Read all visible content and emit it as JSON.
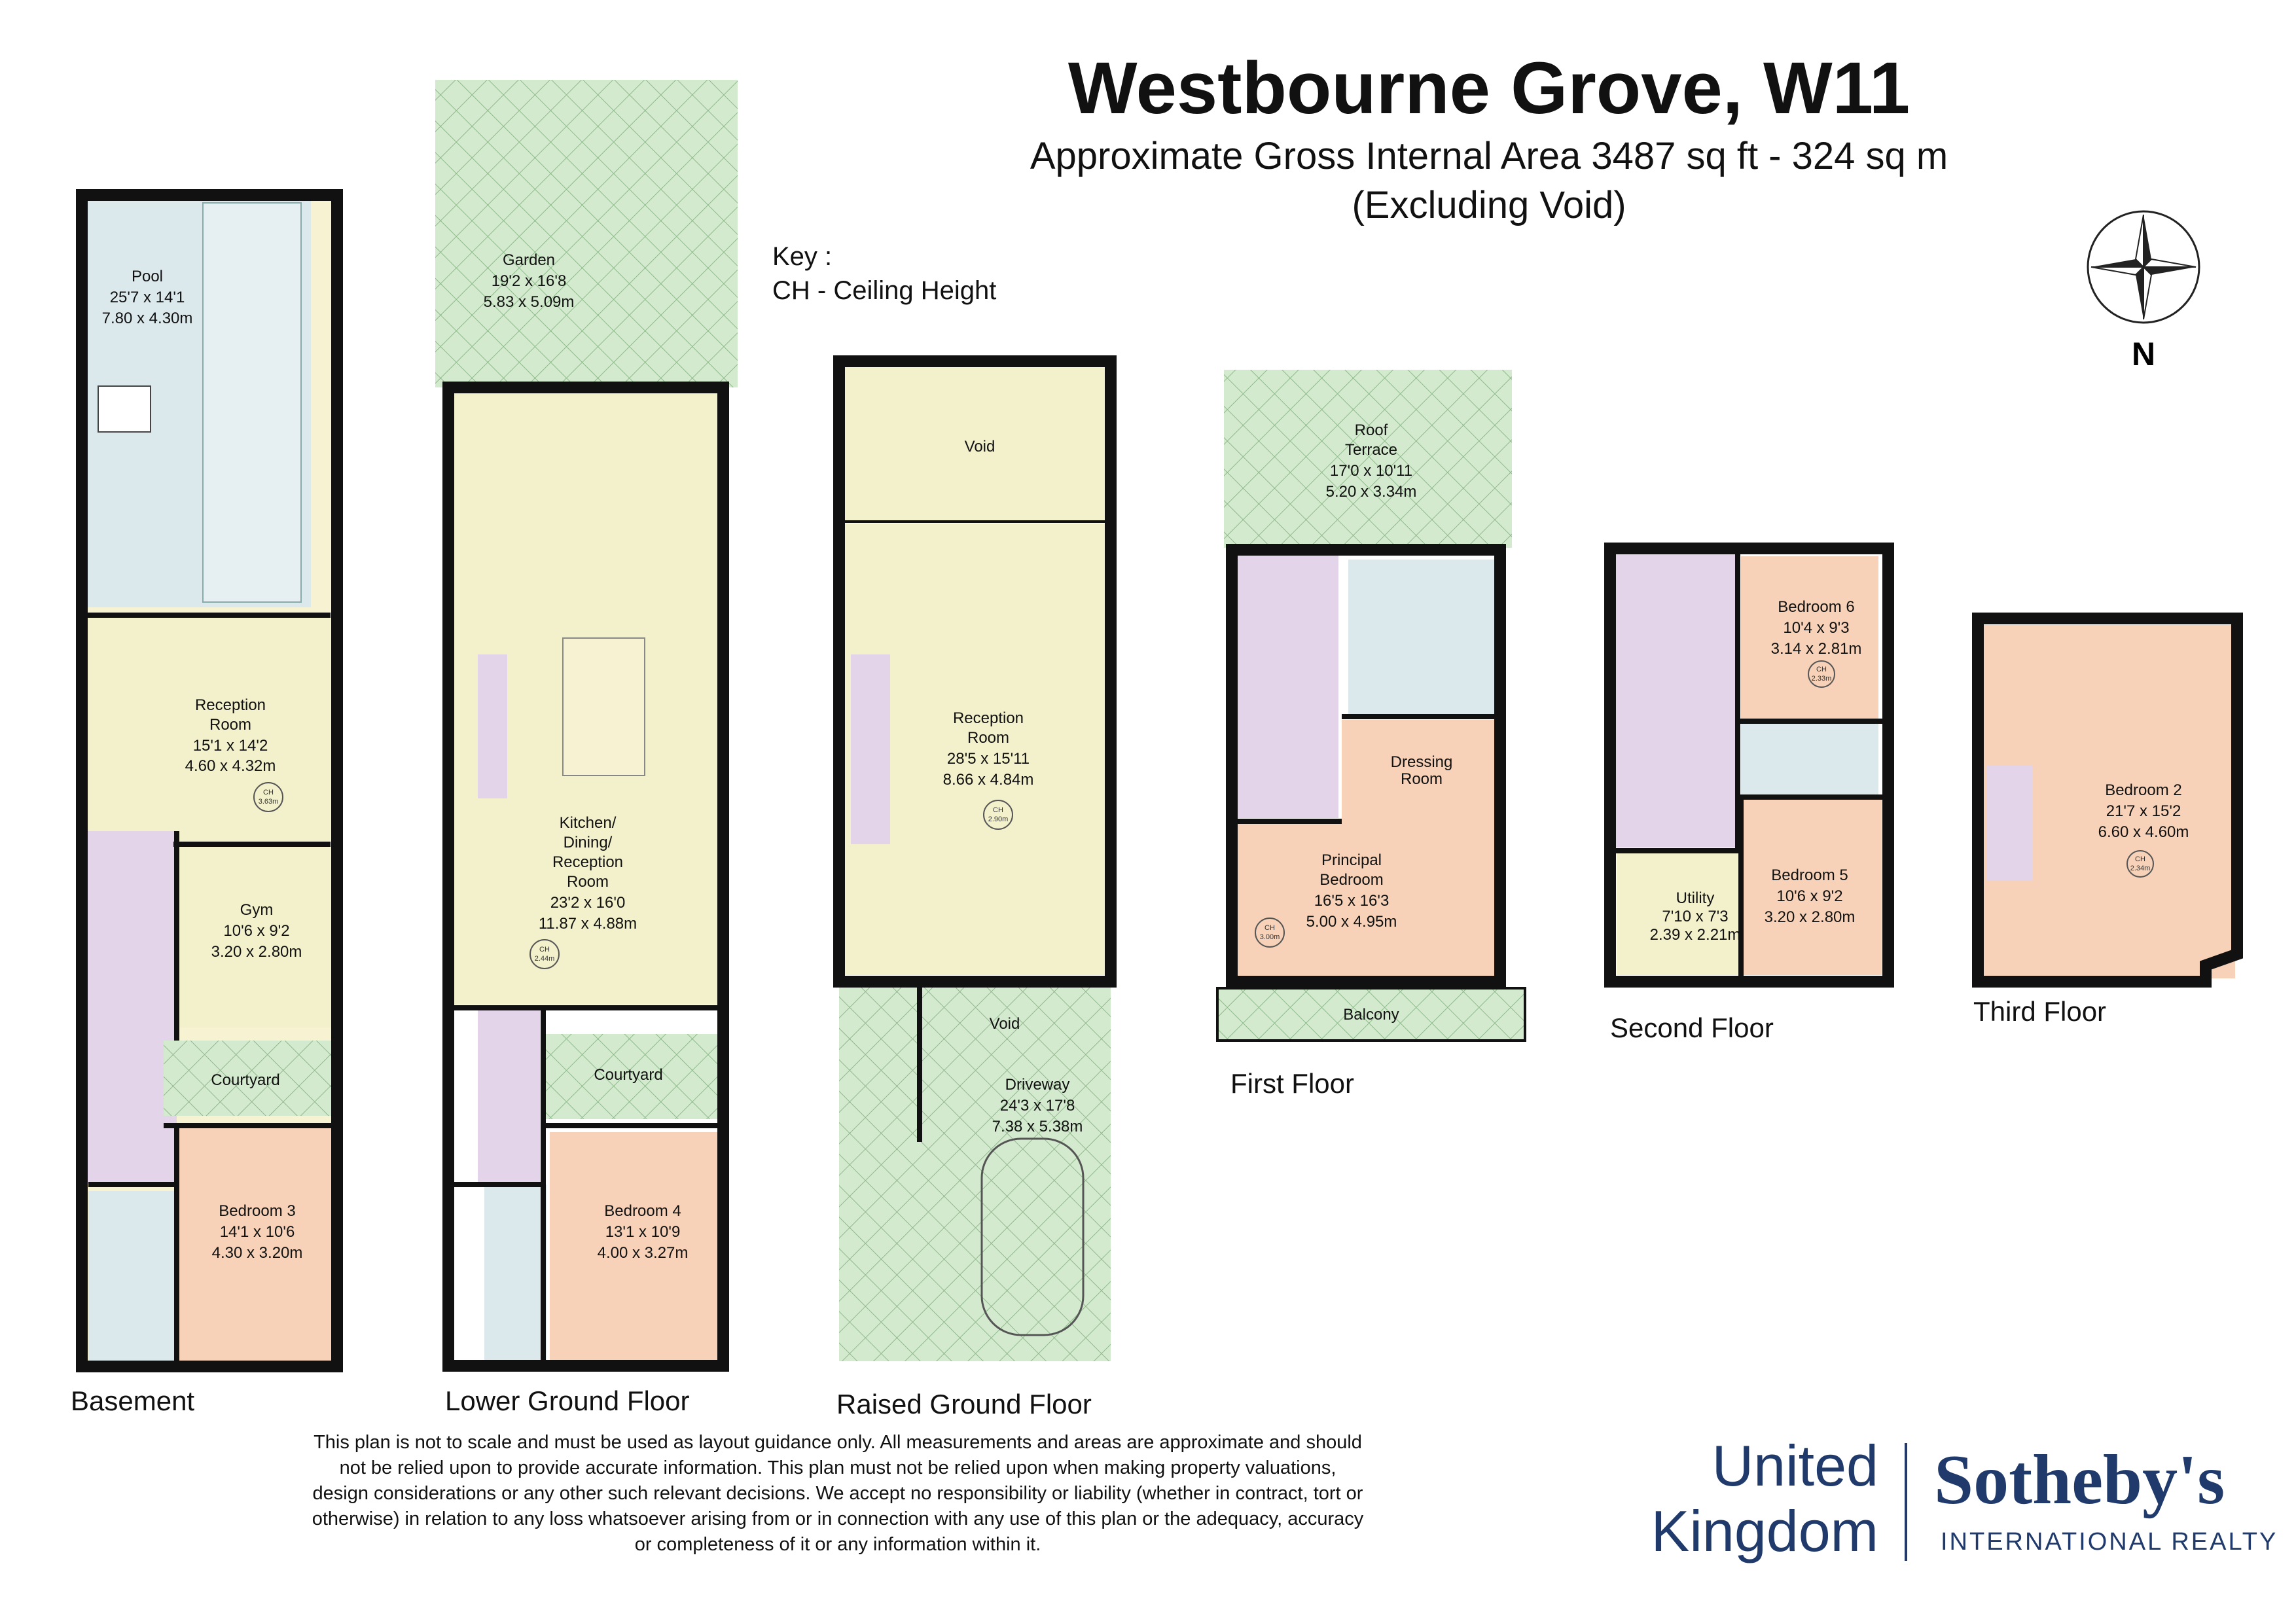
{
  "title": "Westbourne Grove, W11",
  "area_line": "Approximate Gross Internal Area 3487 sq ft - 324 sq m",
  "area_note": "(Excluding Void)",
  "key": {
    "heading": "Key :",
    "item": "CH - Ceiling Height"
  },
  "compass": {
    "label": "N",
    "icon": "compass-rose-icon"
  },
  "floors": {
    "basement": "Basement",
    "lower_ground": "Lower Ground Floor",
    "raised_ground": "Raised Ground Floor",
    "first": "First Floor",
    "second": "Second Floor",
    "third": "Third Floor"
  },
  "rooms": {
    "pool": {
      "name": "Pool",
      "imperial": "25'7 x 14'1",
      "metric": "7.80 x 4.30m"
    },
    "reception_b": {
      "name1": "Reception",
      "name2": "Room",
      "imperial": "15'1 x 14'2",
      "metric": "4.60 x 4.32m",
      "ch": "3.63m"
    },
    "gym": {
      "name": "Gym",
      "imperial": "10'6 x 9'2",
      "metric": "3.20 x 2.80m"
    },
    "courtyard_b": {
      "name": "Courtyard"
    },
    "bedroom3": {
      "name": "Bedroom 3",
      "imperial": "14'1 x 10'6",
      "metric": "4.30 x 3.20m"
    },
    "garden": {
      "name": "Garden",
      "imperial": "19'2 x 16'8",
      "metric": "5.83 x 5.09m"
    },
    "kitchen": {
      "name1": "Kitchen/",
      "name2": "Dining/",
      "name3": "Reception",
      "name4": "Room",
      "imperial": "23'2 x 16'0",
      "metric": "11.87 x 4.88m",
      "ch": "2.44m"
    },
    "courtyard_lg": {
      "name": "Courtyard"
    },
    "bedroom4": {
      "name": "Bedroom 4",
      "imperial": "13'1 x 10'9",
      "metric": "4.00 x 3.27m"
    },
    "void_top": {
      "name": "Void"
    },
    "reception_rg": {
      "name1": "Reception",
      "name2": "Room",
      "imperial": "28'5 x 15'11",
      "metric": "8.66 x 4.84m",
      "ch": "2.90m"
    },
    "void_drive": {
      "name": "Void"
    },
    "driveway": {
      "name": "Driveway",
      "imperial": "24'3 x 17'8",
      "metric": "7.38 x 5.38m"
    },
    "roof_terrace": {
      "name1": "Roof",
      "name2": "Terrace",
      "imperial": "17'0 x 10'11",
      "metric": "5.20 x 3.34m"
    },
    "dressing": {
      "name1": "Dressing",
      "name2": "Room"
    },
    "principal": {
      "name1": "Principal",
      "name2": "Bedroom",
      "imperial": "16'5 x 16'3",
      "metric": "5.00 x 4.95m",
      "ch": "3.00m"
    },
    "balcony": {
      "name": "Balcony"
    },
    "bedroom6": {
      "name": "Bedroom 6",
      "imperial": "10'4 x 9'3",
      "metric": "3.14 x 2.81m",
      "ch": "2.33m"
    },
    "utility": {
      "name": "Utility",
      "imperial": "7'10 x 7'3",
      "metric": "2.39 x 2.21m"
    },
    "bedroom5": {
      "name": "Bedroom 5",
      "imperial": "10'6 x 9'2",
      "metric": "3.20 x 2.80m"
    },
    "bedroom2": {
      "name": "Bedroom 2",
      "imperial": "21'7 x 15'2",
      "metric": "6.60 x 4.60m",
      "ch": "2.34m"
    }
  },
  "ch_label": "CH",
  "disclaimer": [
    "This plan is not to scale and must be used as layout guidance only. All measurements and areas are approximate and should",
    "not be relied upon to provide accurate information. This plan must not be relied upon when making property valuations,",
    "design considerations or any other such relevant decisions. We accept no responsibility or liability (whether in contract, tort or",
    "otherwise) in relation to any loss whatsoever arising from or in connection with any use of this plan or the adequacy, accuracy",
    "or completeness of it or any information within it."
  ],
  "logo": {
    "region1": "United",
    "region2": "Kingdom",
    "brand": "Sotheby's",
    "tagline": "INTERNATIONAL REALTY"
  },
  "colors": {
    "pool": "#dce9ec",
    "reception": "#f3f1cc",
    "stairs": "#e4d4ea",
    "bedroom": "#f7d2b8",
    "outdoor": "#d2e9cf",
    "wall": "#111111"
  }
}
